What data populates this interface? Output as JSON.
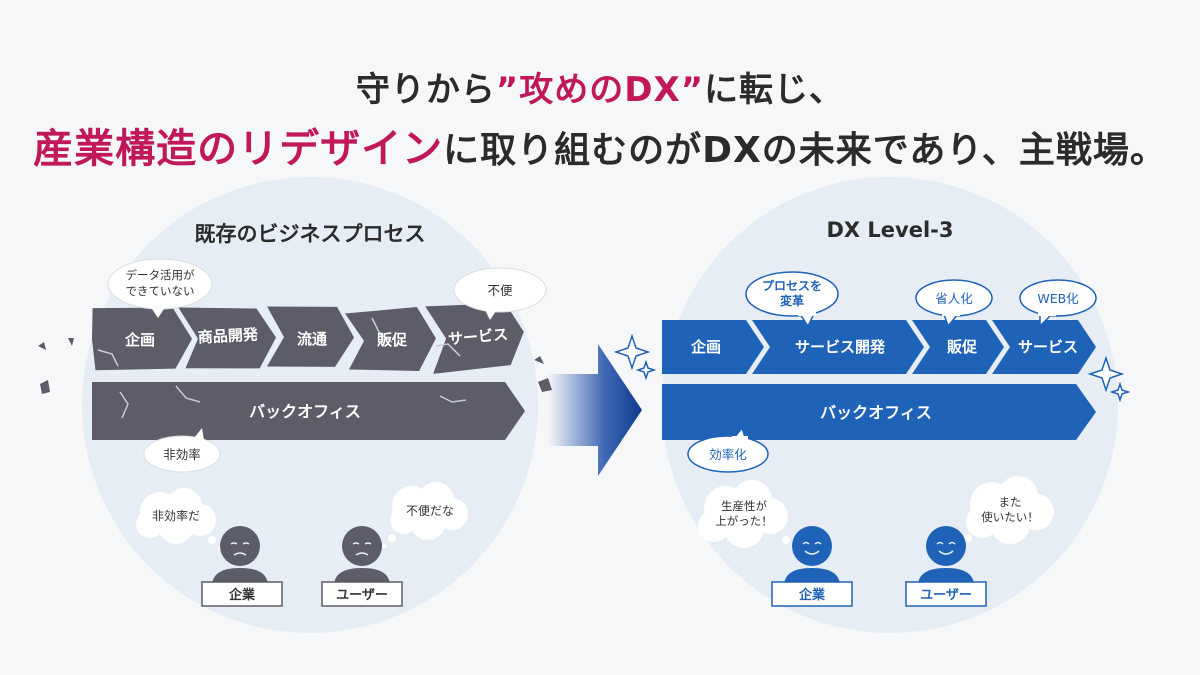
{
  "headline": {
    "line1_pre": "守りから",
    "line1_accent": "”攻めのDX”",
    "line1_post": "に転じ、",
    "line2_accent": "産業構造のリデザイン",
    "line2_post": "に取り組むのがDXの未来であり、主戦場。"
  },
  "left_panel": {
    "title": "既存のビジネスプロセス",
    "stages": [
      "企画",
      "商品開発",
      "流通",
      "販促",
      "サービス"
    ],
    "back_office": "バックオフィス",
    "bubbles": {
      "data_line1": "データ活用が",
      "data_line2": "できていない",
      "inconvenient": "不便",
      "inefficient": "非効率"
    },
    "persons": {
      "company_thought": "非効率だ",
      "user_thought": "不便だな",
      "company_label": "企業",
      "user_label": "ユーザー"
    }
  },
  "right_panel": {
    "title": "DX Level-3",
    "stages": [
      "企画",
      "サービス開発",
      "販促",
      "サービス"
    ],
    "back_office": "バックオフィス",
    "bubbles": {
      "process_line1": "プロセスを",
      "process_line2": "変革",
      "labor_saving": "省人化",
      "web": "WEB化",
      "efficiency": "効率化"
    },
    "persons": {
      "company_line1": "生産性が",
      "company_line2": "上がった！",
      "user_line1": "また",
      "user_line2": "使いたい！",
      "company_label": "企業",
      "user_label": "ユーザー"
    }
  },
  "colors": {
    "accent": "#c0185a",
    "old_process": "#5d5c69",
    "new_process": "#1f63b8",
    "circle_bg": "#e6edf5",
    "text_dark": "#2b2b2b"
  }
}
